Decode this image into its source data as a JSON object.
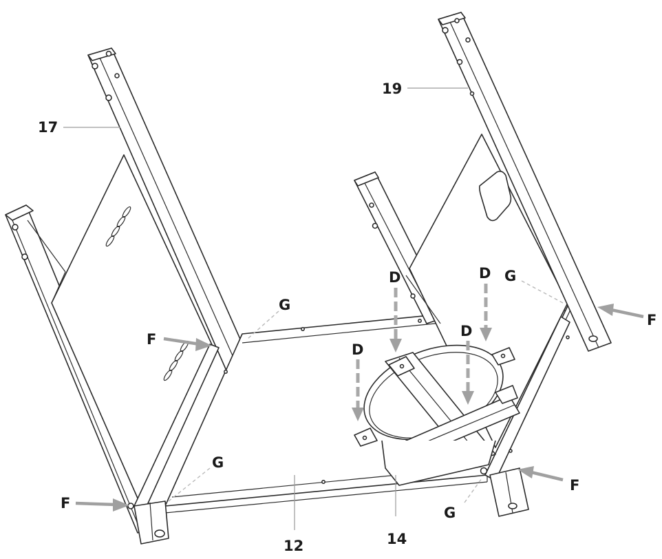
{
  "labels": {
    "p17": "17",
    "p19": "19",
    "p12": "12",
    "p14": "14",
    "D": "D",
    "F": "F",
    "G": "G"
  },
  "colors": {
    "line": "#2a2a2a",
    "arrow": "#a0a0a0",
    "leader": "#9a9a9a"
  }
}
